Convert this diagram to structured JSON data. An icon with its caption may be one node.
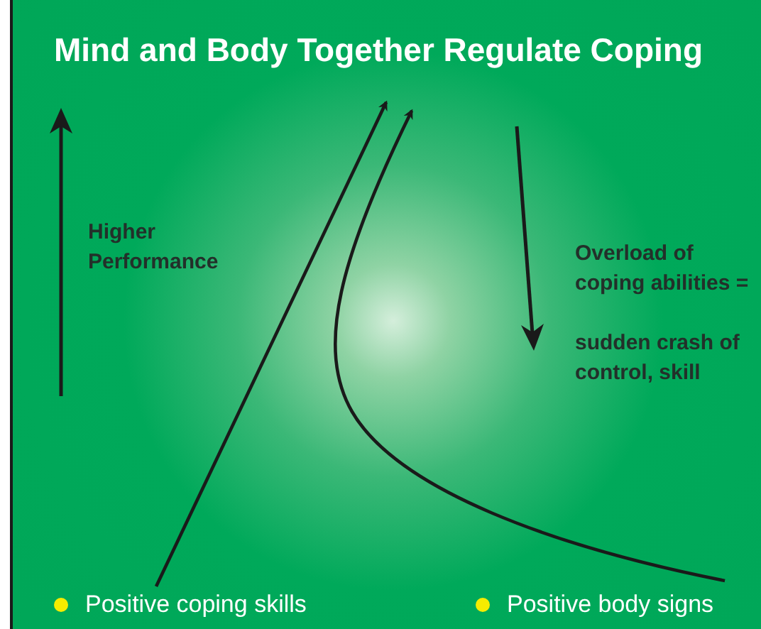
{
  "diagram": {
    "title": "Mind and Body Together Regulate Coping",
    "nodes": [
      {
        "text": [
          "Positive coping skills"
        ]
      },
      {
        "text": [
          "Positive body signs"
        ]
      }
    ],
    "edges": [
      {
        "from": 0,
        "to": null,
        "arrow": "to"
      },
      {
        "from": 1,
        "to": null,
        "arrow": "to"
      }
    ],
    "labels": [
      "Higher Performance",
      "Overload of coping abilities =",
      "sudden crash of control, skill"
    ]
  }
}
